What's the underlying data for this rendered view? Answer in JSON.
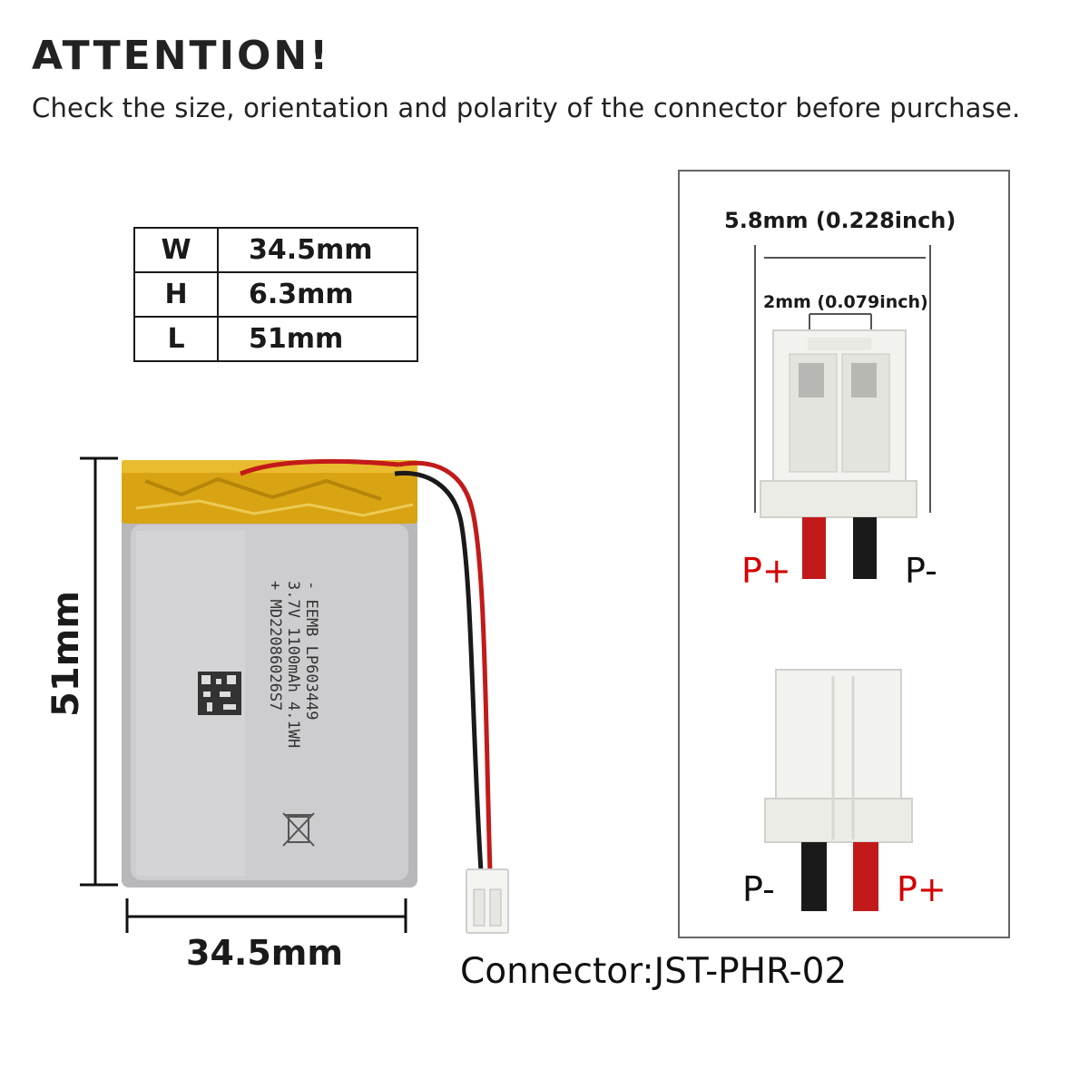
{
  "header": {
    "title": "ATTENTION!",
    "subtitle": "Check the size, orientation and polarity of the connector before purchase."
  },
  "dimensions_table": [
    {
      "key": "W",
      "value": "34.5mm"
    },
    {
      "key": "H",
      "value": "6.3mm"
    },
    {
      "key": "L",
      "value": "51mm"
    }
  ],
  "battery": {
    "length_label": "51mm",
    "width_label": "34.5mm",
    "label_lines": [
      "- EEMB LP603449",
      "3.7V 1100mAh 4.1WH",
      "+ MD22086026S7"
    ],
    "colors": {
      "body": "#c9c9cb",
      "tape": "#d9a413",
      "red_wire": "#c21a1a",
      "black_wire": "#1a1a1a"
    }
  },
  "connector_panel": {
    "pitch_outer_label": "5.8mm (0.228inch)",
    "pitch_inner_label": "2mm (0.079inch)",
    "top_view": {
      "left": "P+",
      "right": "P-"
    },
    "bottom_view": {
      "left": "P-",
      "right": "P+"
    },
    "colors": {
      "positive": "#d40000",
      "negative": "#111111"
    }
  },
  "footer": {
    "connector_label": "Connector:JST-PHR-02"
  }
}
